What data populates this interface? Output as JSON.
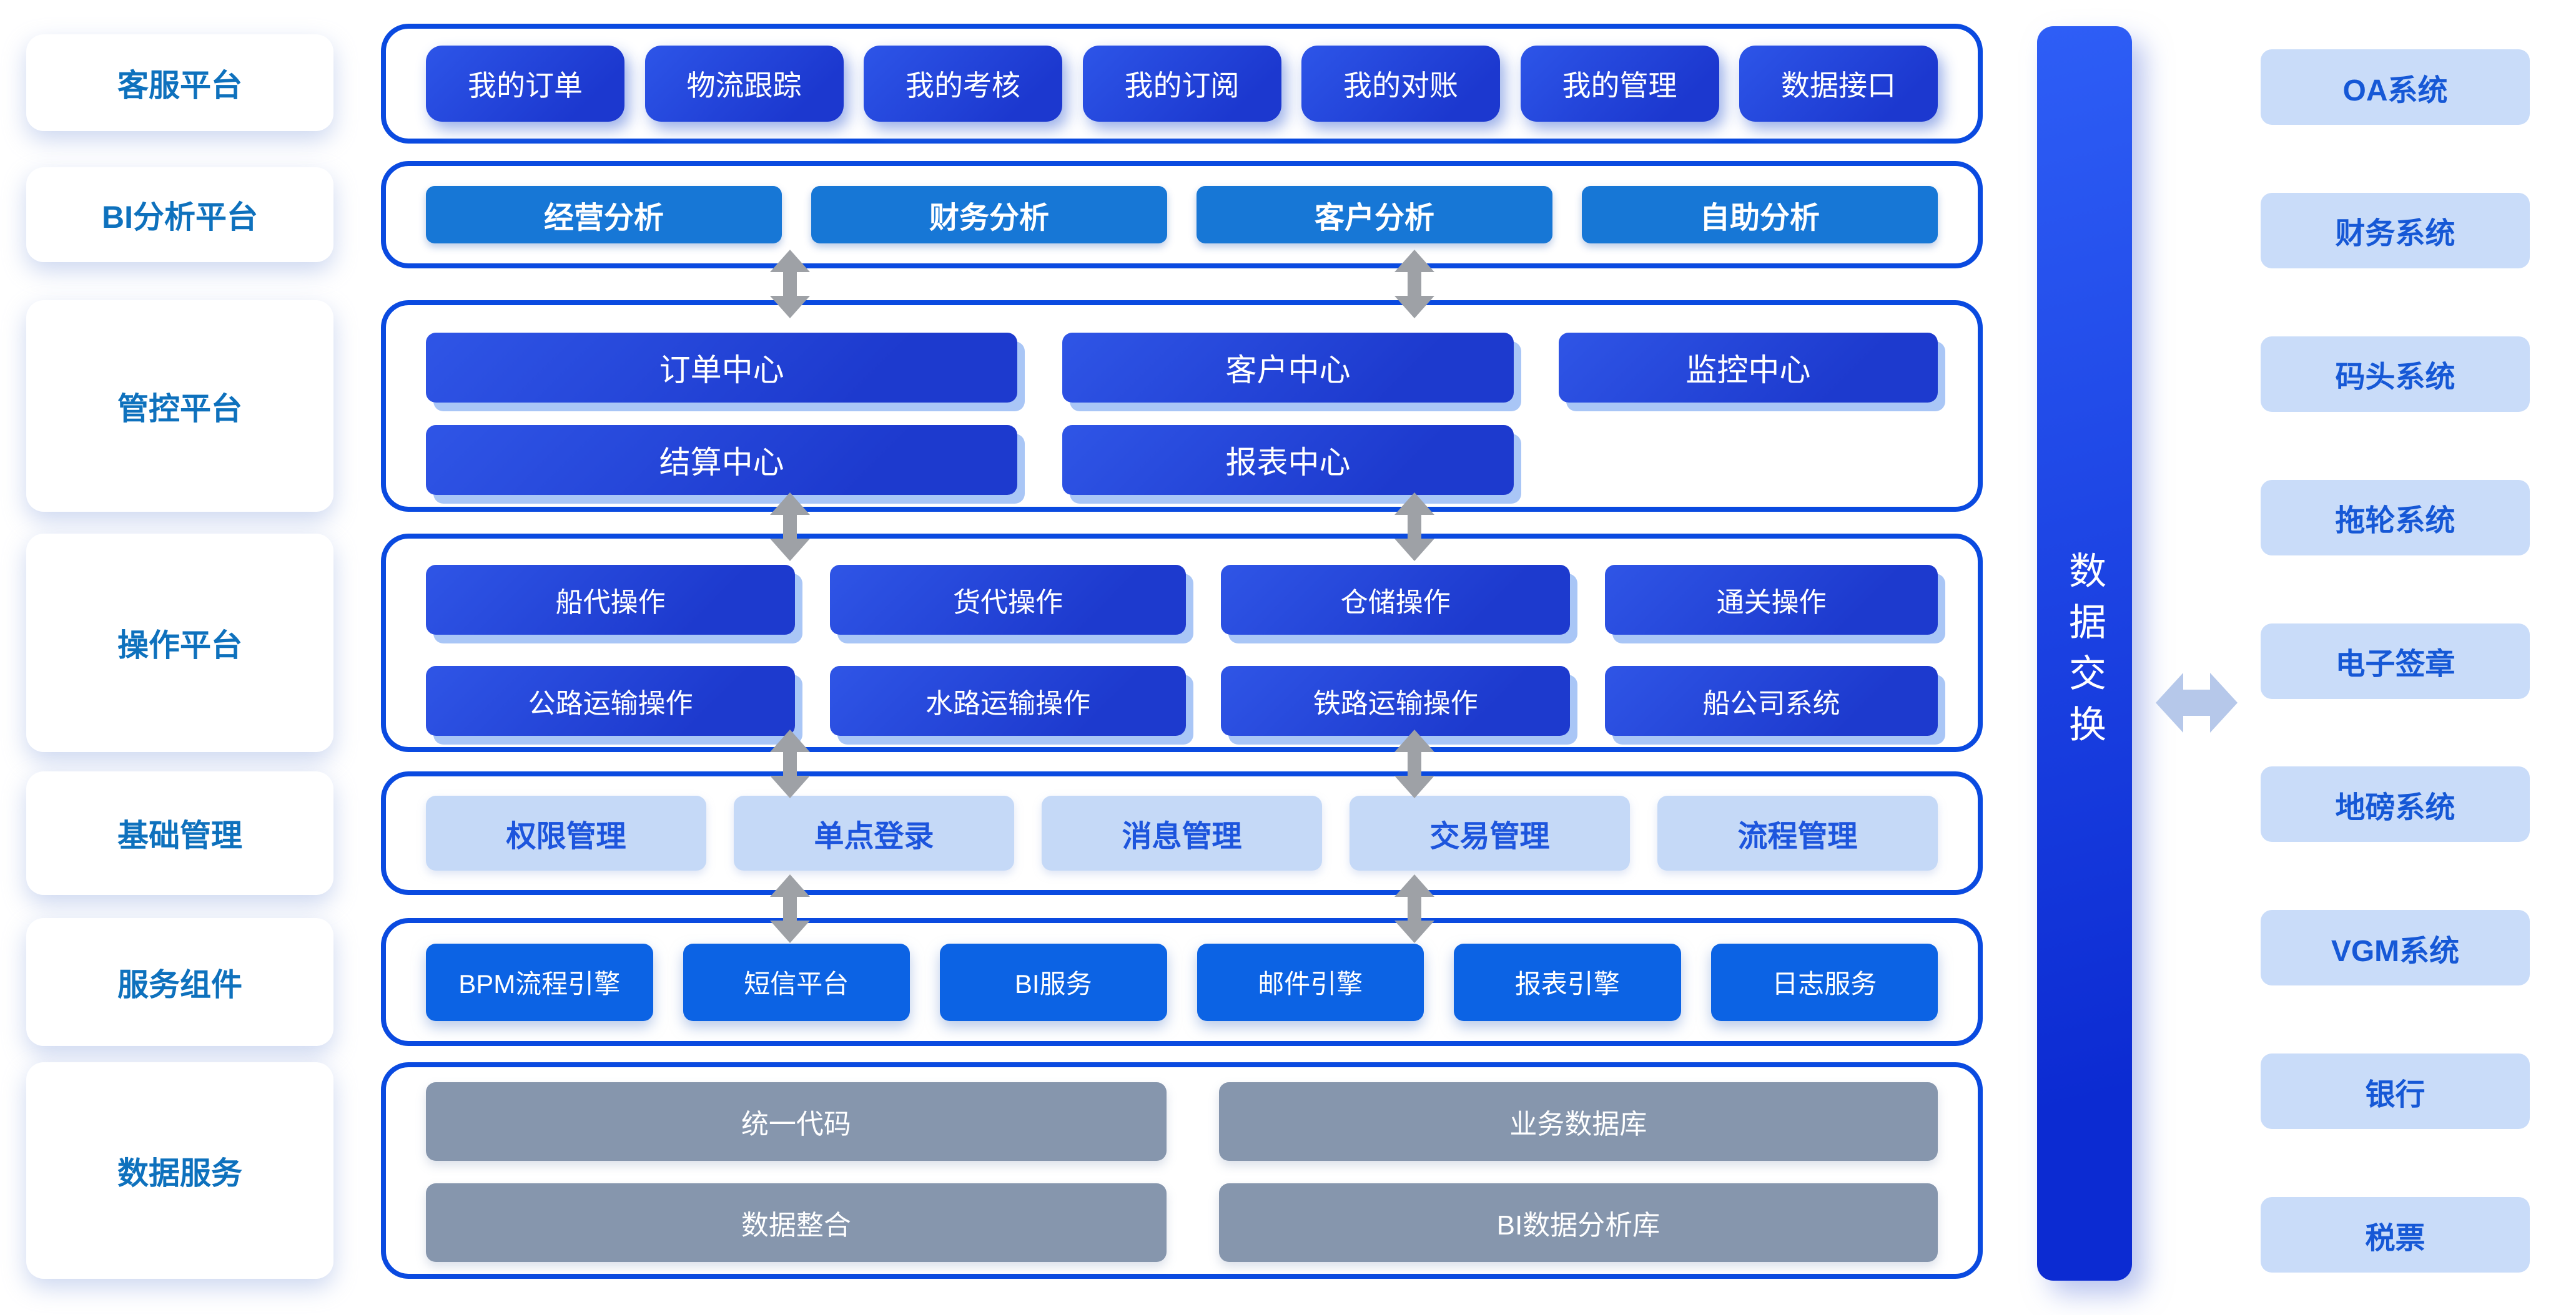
{
  "colors": {
    "panel_border": "#0a4ae0",
    "node_royal_blue": "#2344d4",
    "bi_blue": "#1777d6",
    "light_blue_node": "#c5d9f7",
    "bright_blue_node": "#0c63e4",
    "gray_node": "#8696ad",
    "sidebar_text": "#0e71bd",
    "light_node_text": "#1d55dd",
    "external_text": "#1658d6",
    "external_box": "#c9dcf9",
    "exchange_bar_gradient": [
      "#2e5ef6",
      "#0c2bd2"
    ],
    "arrow_gray": "#9ea1a6",
    "arrow_light_blue": "#b6c8ea"
  },
  "sidebar": {
    "items": [
      "客服平台",
      "BI分析平台",
      "管控平台",
      "操作平台",
      "基础管理",
      "服务组件",
      "数据服务"
    ]
  },
  "main": {
    "sections": [
      {
        "name": "customer-service",
        "buttons": [
          "我的订单",
          "物流跟踪",
          "我的考核",
          "我的订阅",
          "我的对账",
          "我的管理",
          "数据接口"
        ]
      },
      {
        "name": "bi-analysis",
        "buttons": [
          "经营分析",
          "财务分析",
          "客户分析",
          "自助分析"
        ]
      },
      {
        "name": "control-platform",
        "rows": [
          [
            "订单中心",
            "客户中心",
            "监控中心"
          ],
          [
            "结算中心",
            "报表中心"
          ]
        ]
      },
      {
        "name": "operation-platform",
        "rows": [
          [
            "船代操作",
            "货代操作",
            "仓储操作",
            "通关操作"
          ],
          [
            "公路运输操作",
            "水路运输操作",
            "铁路运输操作",
            "船公司系统"
          ]
        ]
      },
      {
        "name": "basic-management",
        "buttons": [
          "权限管理",
          "单点登录",
          "消息管理",
          "交易管理",
          "流程管理"
        ]
      },
      {
        "name": "service-components",
        "buttons": [
          "BPM流程引擎",
          "短信平台",
          "BI服务",
          "邮件引擎",
          "报表引擎",
          "日志服务"
        ]
      },
      {
        "name": "data-service",
        "rows": [
          [
            "统一代码",
            "业务数据库"
          ],
          [
            "数据整合",
            "BI数据分析库"
          ]
        ]
      }
    ]
  },
  "exchange_bar": {
    "label": "数据交换"
  },
  "external": {
    "items": [
      "OA系统",
      "财务系统",
      "码头系统",
      "拖轮系统",
      "电子签章",
      "地磅系统",
      "VGM系统",
      "银行",
      "税票"
    ]
  }
}
